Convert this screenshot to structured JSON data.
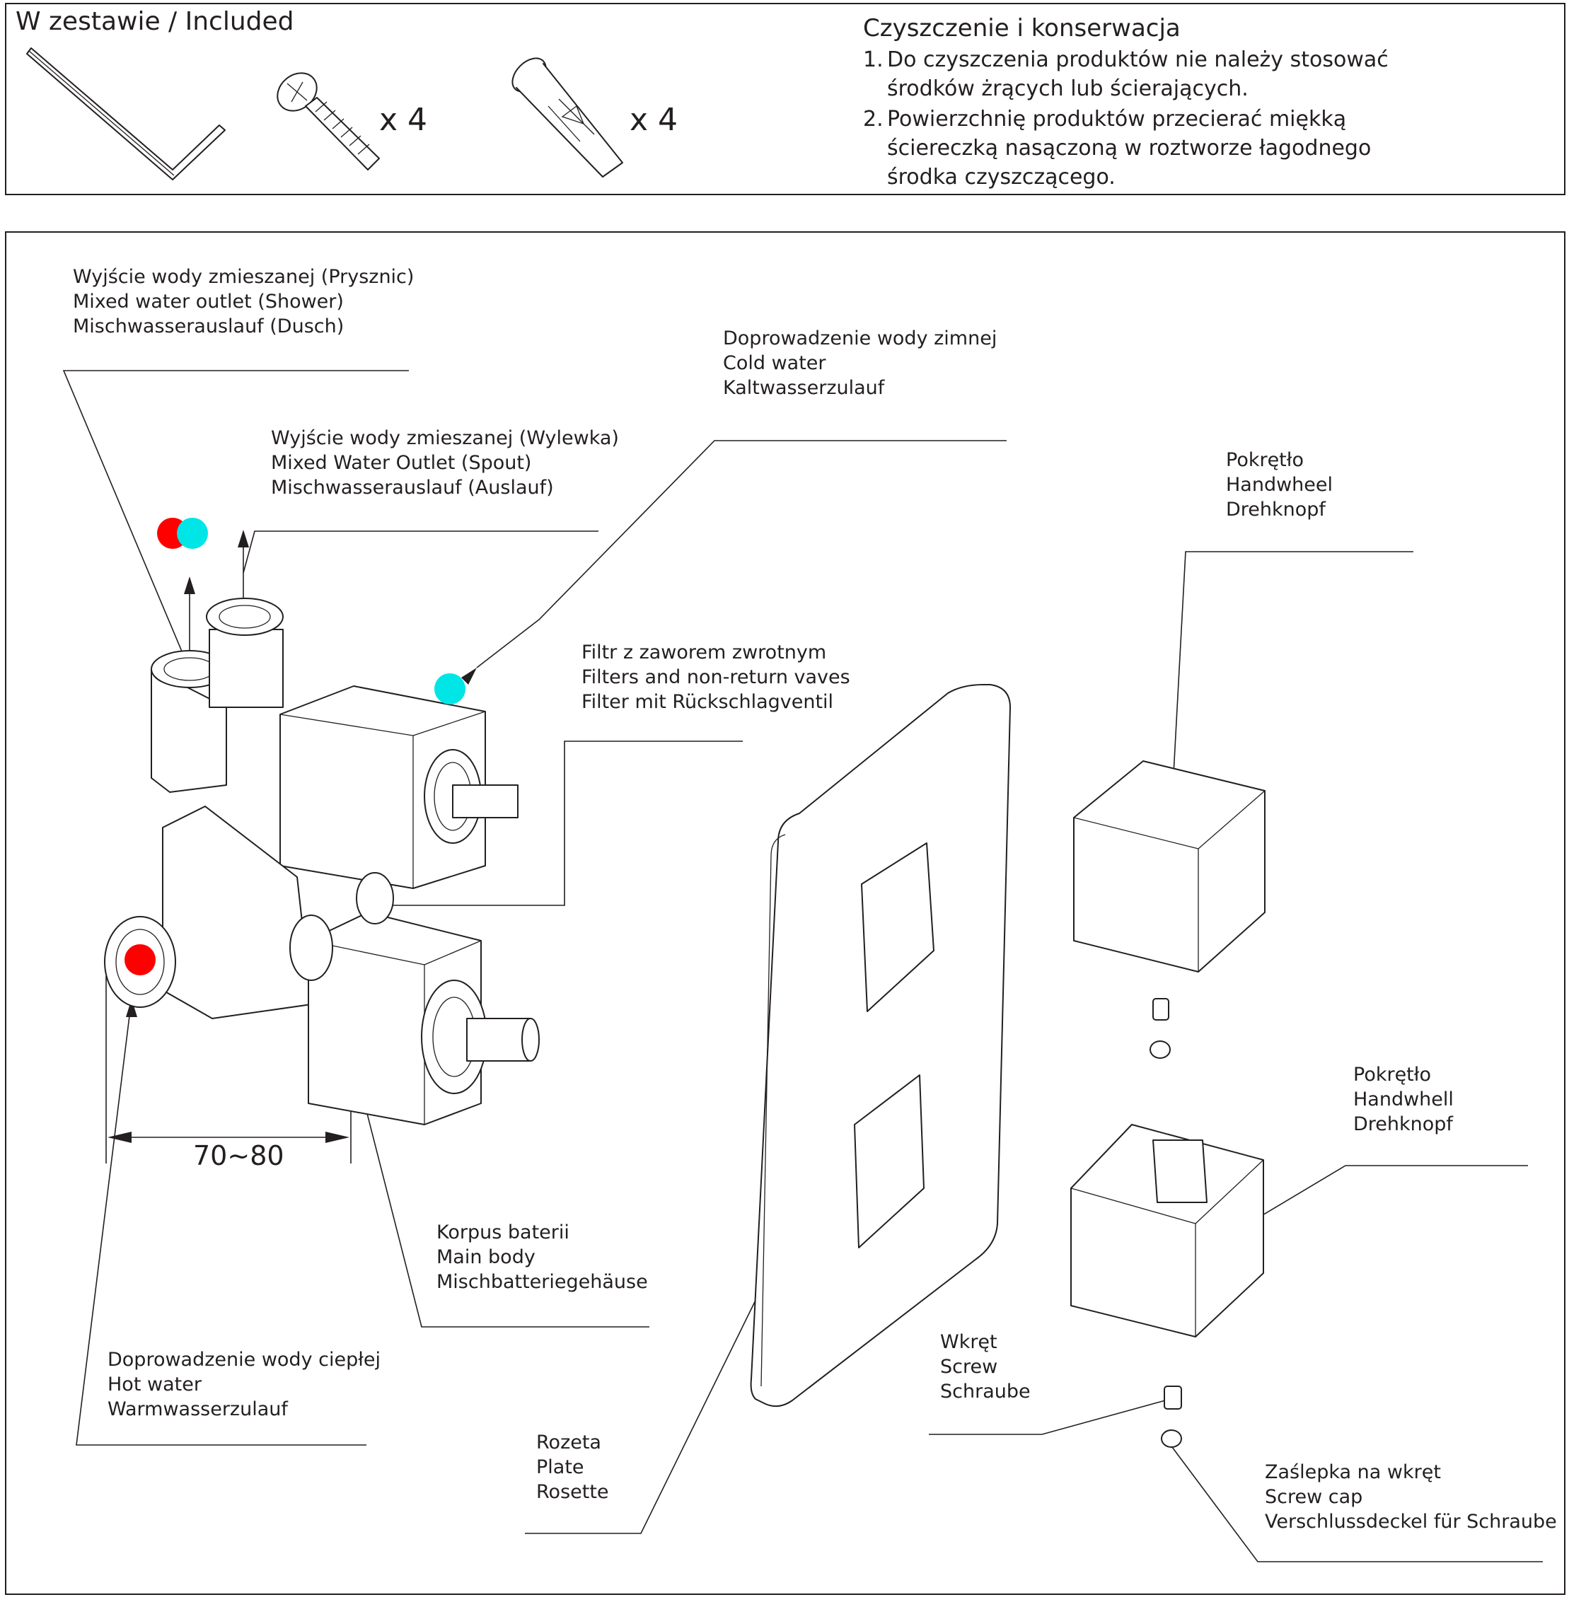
{
  "included": {
    "title": "W zestawie / Included",
    "screw_qty": "x 4",
    "anchor_qty": "x 4"
  },
  "care": {
    "title": "Czyszczenie i konserwacja",
    "items": [
      {
        "num": "1.",
        "lines": [
          "Do czyszczenia produktów nie należy stosować",
          "środków żrących lub ścierających."
        ]
      },
      {
        "num": "2.",
        "lines": [
          "Powierzchnię produktów przecierać miękką",
          "ściereczką nasączoną w roztworze łagodnego",
          "środka czyszczącego."
        ]
      }
    ]
  },
  "labels": {
    "shower_outlet": [
      "Wyjście wody zmieszanej (Prysznic)",
      "Mixed water outlet (Shower)",
      "Mischwasserauslauf (Dusch)"
    ],
    "cold_water": [
      "Doprowadzenie wody zimnej",
      "Cold water",
      "Kaltwasserzulauf"
    ],
    "spout_outlet": [
      "Wyjście wody zmieszanej (Wylewka)",
      "Mixed Water Outlet (Spout)",
      "Mischwasserauslauf (Auslauf)"
    ],
    "handwheel_top": [
      "Pokrętło",
      "Handwheel",
      "Drehknopf"
    ],
    "filter": [
      "Filtr z zaworem zwrotnym",
      "Filters and non-return vaves",
      "Filter mit Rückschlagventil"
    ],
    "handwheel_bottom": [
      "Pokrętło",
      "Handwhell",
      "Drehknopf"
    ],
    "main_body": [
      "Korpus baterii",
      "Main body",
      "Mischbatteriegehäuse"
    ],
    "hot_water": [
      "Doprowadzenie wody ciepłej",
      "Hot water",
      "Warmwasserzulauf"
    ],
    "screw": [
      "Wkręt",
      "Screw",
      "Schraube"
    ],
    "plate": [
      "Rozeta",
      "Plate",
      "Rosette"
    ],
    "screw_cap": [
      "Zaślepka na wkręt",
      "Screw cap",
      "Verschlussdeckel für Schraube"
    ]
  },
  "dimension": "70~80",
  "colors": {
    "hot": "#ff0000",
    "cold": "#00e5e5",
    "line": "#231f20"
  },
  "icons": [
    "allen-key-icon",
    "screw-icon",
    "wall-plug-icon"
  ]
}
